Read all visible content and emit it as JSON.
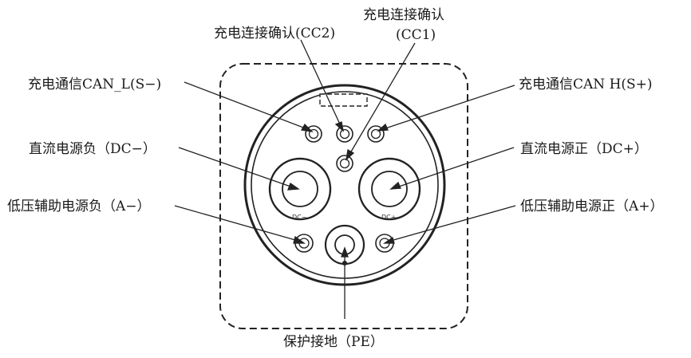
{
  "labels": {
    "cc2": "充电连接确认(CC2)",
    "cc1_line1": "充电连接确认",
    "cc1_line2": "(CC1)",
    "s_minus": "充电通信CAN_L(S−)",
    "s_plus": "充电通信CAN H(S+)",
    "dc_minus": "直流电源负（DC−）",
    "dc_plus": "直流电源正（DC+）",
    "a_minus": "低压辅助电源负（A−）",
    "a_plus": "低压辅助电源正（A+）",
    "pe": "保护接地（PE）"
  },
  "pin_marks": {
    "dc_minus": "DC−",
    "dc_plus": "DC+"
  }
}
